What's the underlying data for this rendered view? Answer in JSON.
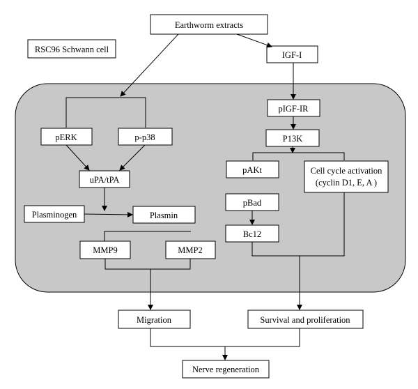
{
  "cell_label": "RSC96 Schwann cell",
  "nodes": {
    "earthworm_extracts": "Earthworm extracts",
    "igf1": "IGF-I",
    "pigf_ir": "pIGF-IR",
    "p13k": "P13K",
    "pakt": "pAKt",
    "cell_cycle_line1": "Cell cycle activation",
    "cell_cycle_line2": "(cyclin D1, E, A )",
    "pbad": "pBad",
    "bc12": "Bc12",
    "perk": "pERK",
    "pp38": "p-p38",
    "upa_tpa": "uPA/tPA",
    "plasminogen": "Plasminogen",
    "plasmin": "Plasmin",
    "mmp9": "MMP9",
    "mmp2": "MMP2",
    "migration": "Migration",
    "survival": "Survival and proliferation",
    "nerve_regeneration": "Nerve regeneration"
  },
  "colors": {
    "cell_fill": "#c8c8c8",
    "box_fill": "#ffffff",
    "stroke": "#000000"
  }
}
